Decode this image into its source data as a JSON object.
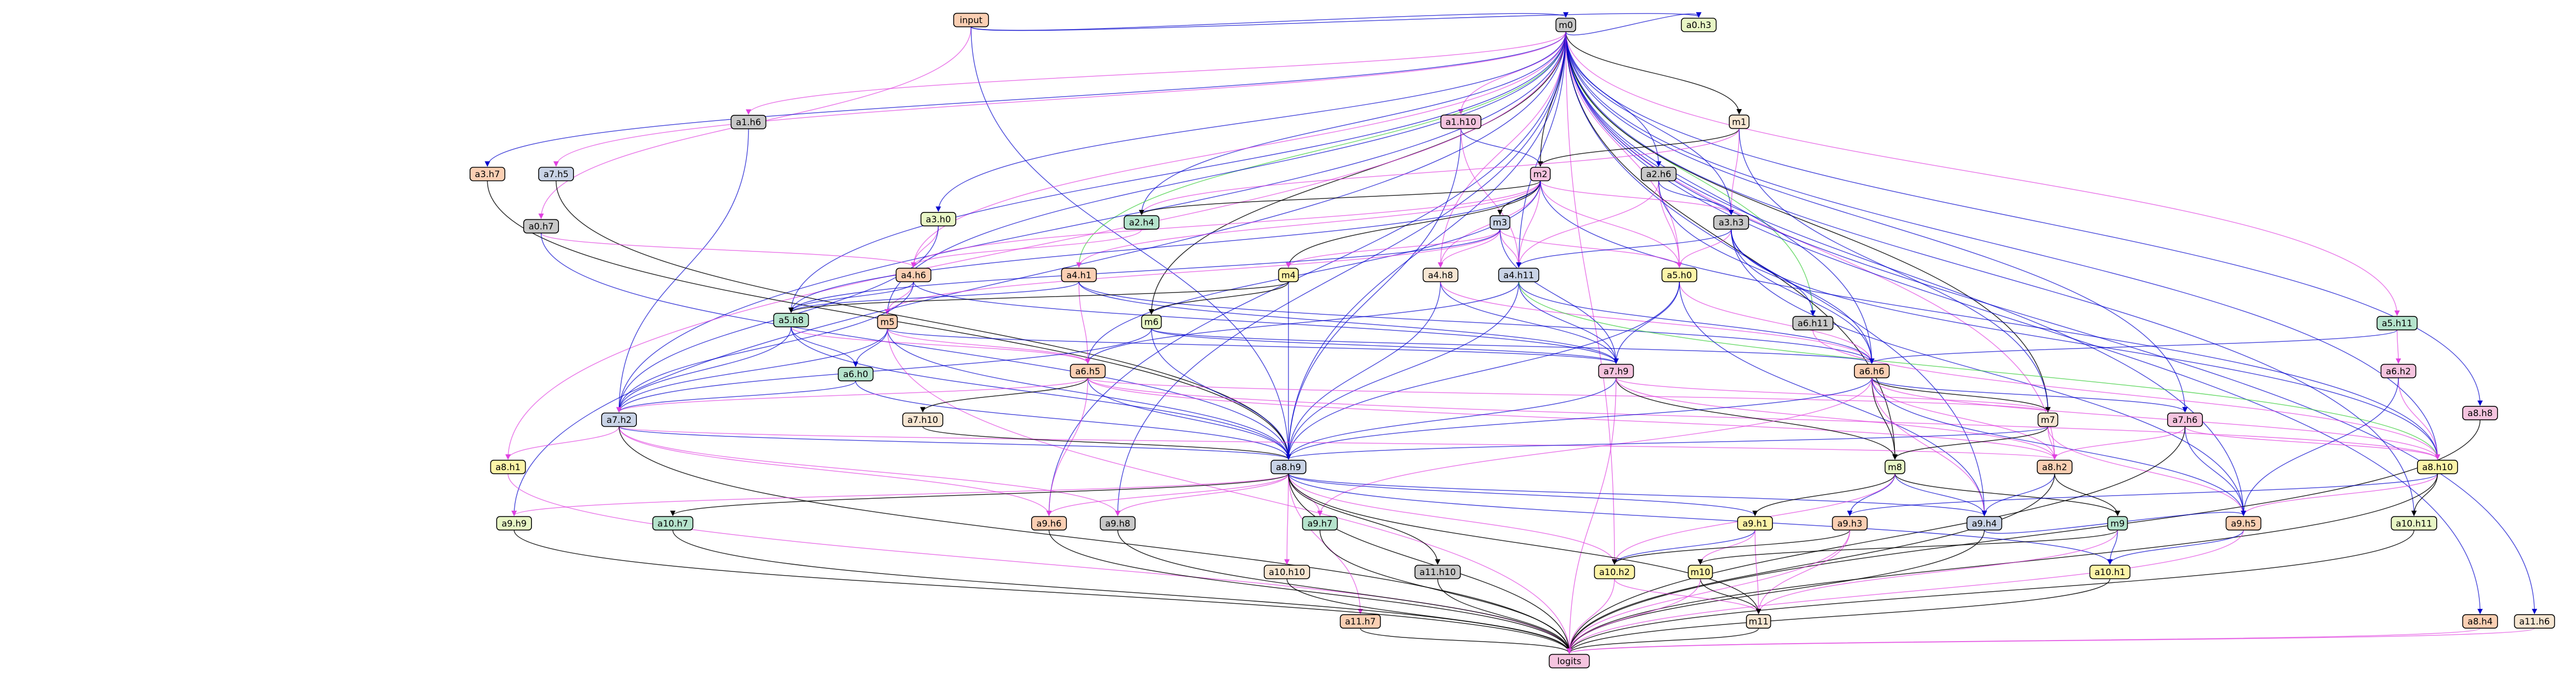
{
  "colors": {
    "gray": "#c8c8c8",
    "peach": "#fbcfb3",
    "pink": "#f5c4df",
    "yellow": "#fdf4a8",
    "green": "#b5e3cc",
    "lightgreen": "#e8f6c5",
    "blue": "#c9d3e6",
    "cream": "#f7e6d2",
    "edge_blue": "#0000cc",
    "edge_magenta": "#e040e0",
    "edge_green": "#33cc33",
    "edge_black": "#000000"
  },
  "nodes": [
    {
      "id": "input",
      "label": "input",
      "color": "peach"
    },
    {
      "id": "m0",
      "label": "m0",
      "color": "gray"
    },
    {
      "id": "a0.h3",
      "label": "a0.h3",
      "color": "lightgreen"
    },
    {
      "id": "a1.h6",
      "label": "a1.h6",
      "color": "gray"
    },
    {
      "id": "a1.h10",
      "label": "a1.h10",
      "color": "pink"
    },
    {
      "id": "m1",
      "label": "m1",
      "color": "cream"
    },
    {
      "id": "a3.h7",
      "label": "a3.h7",
      "color": "peach"
    },
    {
      "id": "a7.h5",
      "label": "a7.h5",
      "color": "blue"
    },
    {
      "id": "m2",
      "label": "m2",
      "color": "pink"
    },
    {
      "id": "a2.h6",
      "label": "a2.h6",
      "color": "gray"
    },
    {
      "id": "a0.h7",
      "label": "a0.h7",
      "color": "gray"
    },
    {
      "id": "a3.h0",
      "label": "a3.h0",
      "color": "lightgreen"
    },
    {
      "id": "a2.h4",
      "label": "a2.h4",
      "color": "green"
    },
    {
      "id": "m3",
      "label": "m3",
      "color": "blue"
    },
    {
      "id": "a3.h3",
      "label": "a3.h3",
      "color": "gray"
    },
    {
      "id": "a4.h6",
      "label": "a4.h6",
      "color": "peach"
    },
    {
      "id": "a4.h1",
      "label": "a4.h1",
      "color": "peach"
    },
    {
      "id": "m4",
      "label": "m4",
      "color": "yellow"
    },
    {
      "id": "a4.h8",
      "label": "a4.h8",
      "color": "cream"
    },
    {
      "id": "a4.h11",
      "label": "a4.h11",
      "color": "blue"
    },
    {
      "id": "a5.h0",
      "label": "a5.h0",
      "color": "yellow"
    },
    {
      "id": "a5.h8",
      "label": "a5.h8",
      "color": "green"
    },
    {
      "id": "m5",
      "label": "m5",
      "color": "peach"
    },
    {
      "id": "m6",
      "label": "m6",
      "color": "lightgreen"
    },
    {
      "id": "a6.h11",
      "label": "a6.h11",
      "color": "gray"
    },
    {
      "id": "a5.h11",
      "label": "a5.h11",
      "color": "green"
    },
    {
      "id": "a6.h0",
      "label": "a6.h0",
      "color": "green"
    },
    {
      "id": "a6.h5",
      "label": "a6.h5",
      "color": "peach"
    },
    {
      "id": "a7.h9",
      "label": "a7.h9",
      "color": "pink"
    },
    {
      "id": "a6.h6",
      "label": "a6.h6",
      "color": "peach"
    },
    {
      "id": "a6.h2",
      "label": "a6.h2",
      "color": "pink"
    },
    {
      "id": "a8.h8",
      "label": "a8.h8",
      "color": "pink"
    },
    {
      "id": "a7.h2",
      "label": "a7.h2",
      "color": "blue"
    },
    {
      "id": "a7.h10",
      "label": "a7.h10",
      "color": "cream"
    },
    {
      "id": "m7",
      "label": "m7",
      "color": "cream"
    },
    {
      "id": "a7.h6",
      "label": "a7.h6",
      "color": "pink"
    },
    {
      "id": "a8.h1",
      "label": "a8.h1",
      "color": "yellow"
    },
    {
      "id": "a8.h9",
      "label": "a8.h9",
      "color": "blue"
    },
    {
      "id": "m8",
      "label": "m8",
      "color": "lightgreen"
    },
    {
      "id": "a8.h2",
      "label": "a8.h2",
      "color": "peach"
    },
    {
      "id": "a8.h10",
      "label": "a8.h10",
      "color": "yellow"
    },
    {
      "id": "a9.h9",
      "label": "a9.h9",
      "color": "lightgreen"
    },
    {
      "id": "a10.h7",
      "label": "a10.h7",
      "color": "green"
    },
    {
      "id": "a9.h6",
      "label": "a9.h6",
      "color": "peach"
    },
    {
      "id": "a9.h8",
      "label": "a9.h8",
      "color": "gray"
    },
    {
      "id": "a9.h7",
      "label": "a9.h7",
      "color": "green"
    },
    {
      "id": "a9.h1",
      "label": "a9.h1",
      "color": "yellow"
    },
    {
      "id": "a9.h3",
      "label": "a9.h3",
      "color": "peach"
    },
    {
      "id": "a9.h4",
      "label": "a9.h4",
      "color": "blue"
    },
    {
      "id": "m9",
      "label": "m9",
      "color": "green"
    },
    {
      "id": "a9.h5",
      "label": "a9.h5",
      "color": "peach"
    },
    {
      "id": "a10.h11",
      "label": "a10.h11",
      "color": "lightgreen"
    },
    {
      "id": "a10.h10",
      "label": "a10.h10",
      "color": "cream"
    },
    {
      "id": "a11.h10",
      "label": "a11.h10",
      "color": "gray"
    },
    {
      "id": "a10.h2",
      "label": "a10.h2",
      "color": "yellow"
    },
    {
      "id": "m10",
      "label": "m10",
      "color": "yellow"
    },
    {
      "id": "a10.h1",
      "label": "a10.h1",
      "color": "yellow"
    },
    {
      "id": "a11.h7",
      "label": "a11.h7",
      "color": "peach"
    },
    {
      "id": "m11",
      "label": "m11",
      "color": "cream"
    },
    {
      "id": "a8.h4",
      "label": "a8.h4",
      "color": "peach"
    },
    {
      "id": "a11.h6",
      "label": "a11.h6",
      "color": "cream"
    },
    {
      "id": "logits",
      "label": "logits",
      "color": "pink"
    }
  ],
  "edges": [
    [
      "input",
      "m0",
      "blue"
    ],
    [
      "input",
      "a0.h3",
      "blue"
    ],
    [
      "input",
      "a0.h7",
      "magenta"
    ],
    [
      "input",
      "a8.h9",
      "blue"
    ],
    [
      "m0",
      "a0.h3",
      "blue"
    ],
    [
      "m0",
      "a1.h6",
      "magenta"
    ],
    [
      "m0",
      "a1.h10",
      "magenta"
    ],
    [
      "m0",
      "m1",
      "black"
    ],
    [
      "m0",
      "a3.h7",
      "blue"
    ],
    [
      "m0",
      "a7.h5",
      "magenta"
    ],
    [
      "m0",
      "m2",
      "black"
    ],
    [
      "m0",
      "a2.h6",
      "blue"
    ],
    [
      "m0",
      "a3.h0",
      "blue"
    ],
    [
      "m0",
      "a2.h4",
      "blue"
    ],
    [
      "m0",
      "a3.h3",
      "blue"
    ],
    [
      "m0",
      "a4.h6",
      "magenta"
    ],
    [
      "m0",
      "a4.h1",
      "green"
    ],
    [
      "m0",
      "a4.h8",
      "magenta"
    ],
    [
      "m0",
      "a4.h11",
      "blue"
    ],
    [
      "m0",
      "a5.h0",
      "magenta"
    ],
    [
      "m0",
      "a5.h8",
      "blue"
    ],
    [
      "m0",
      "m5",
      "blue"
    ],
    [
      "m0",
      "m6",
      "black"
    ],
    [
      "m0",
      "a5.h11",
      "magenta"
    ],
    [
      "m0",
      "a6.h11",
      "green"
    ],
    [
      "m0",
      "a6.h6",
      "blue"
    ],
    [
      "m0",
      "a8.h8",
      "blue"
    ],
    [
      "m0",
      "a7.h2",
      "blue"
    ],
    [
      "m0",
      "m7",
      "black"
    ],
    [
      "m0",
      "a7.h6",
      "blue"
    ],
    [
      "m0",
      "a8.h1",
      "magenta"
    ],
    [
      "m0",
      "a8.h9",
      "blue"
    ],
    [
      "m0",
      "m8",
      "black"
    ],
    [
      "m0",
      "a8.h2",
      "magenta"
    ],
    [
      "m0",
      "a8.h10",
      "blue"
    ],
    [
      "m0",
      "a9.h9",
      "blue"
    ],
    [
      "m0",
      "a9.h6",
      "blue"
    ],
    [
      "m0",
      "a9.h8",
      "blue"
    ],
    [
      "m0",
      "a9.h4",
      "blue"
    ],
    [
      "m0",
      "a9.h5",
      "blue"
    ],
    [
      "m0",
      "a10.h11",
      "blue"
    ],
    [
      "m0",
      "a8.h4",
      "blue"
    ],
    [
      "m0",
      "a11.h6",
      "blue"
    ],
    [
      "m0",
      "a10.h2",
      "magenta"
    ],
    [
      "a1.h6",
      "a7.h2",
      "blue"
    ],
    [
      "a1.h10",
      "m2",
      "blue"
    ],
    [
      "a1.h10",
      "a8.h9",
      "blue"
    ],
    [
      "a1.h10",
      "a4.h11",
      "magenta"
    ],
    [
      "m1",
      "m2",
      "black"
    ],
    [
      "m1",
      "a3.h3",
      "magenta"
    ],
    [
      "m1",
      "m7",
      "blue"
    ],
    [
      "m1",
      "a2.h4",
      "magenta"
    ],
    [
      "a3.h7",
      "a8.h9",
      "black"
    ],
    [
      "a7.h5",
      "a8.h9",
      "black"
    ],
    [
      "a0.h7",
      "a4.h6",
      "magenta"
    ],
    [
      "a0.h7",
      "a8.h9",
      "blue"
    ],
    [
      "m2",
      "m3",
      "black"
    ],
    [
      "m2",
      "a2.h4",
      "black"
    ],
    [
      "m2",
      "a3.h3",
      "magenta"
    ],
    [
      "m2",
      "a4.h6",
      "magenta"
    ],
    [
      "m2",
      "a4.h1",
      "magenta"
    ],
    [
      "m2",
      "m4",
      "black"
    ],
    [
      "m2",
      "a4.h8",
      "magenta"
    ],
    [
      "m2",
      "a4.h11",
      "magenta"
    ],
    [
      "m2",
      "a5.h0",
      "magenta"
    ],
    [
      "m2",
      "a5.h8",
      "blue"
    ],
    [
      "m2",
      "a6.h5",
      "blue"
    ],
    [
      "m2",
      "a8.h10",
      "blue"
    ],
    [
      "a2.h6",
      "a3.h3",
      "blue"
    ],
    [
      "a2.h6",
      "a4.h11",
      "magenta"
    ],
    [
      "a2.h6",
      "a5.h0",
      "magenta"
    ],
    [
      "a2.h6",
      "a6.h6",
      "blue"
    ],
    [
      "a3.h0",
      "a4.h6",
      "magenta"
    ],
    [
      "a3.h0",
      "a7.h2",
      "blue"
    ],
    [
      "a2.h4",
      "a4.h6",
      "magenta"
    ],
    [
      "m3",
      "m4",
      "magenta"
    ],
    [
      "m3",
      "a4.h8",
      "magenta"
    ],
    [
      "m3",
      "a4.h11",
      "magenta"
    ],
    [
      "m3",
      "a5.h0",
      "magenta"
    ],
    [
      "m3",
      "m5",
      "magenta"
    ],
    [
      "m3",
      "a7.h9",
      "blue"
    ],
    [
      "m3",
      "a5.h8",
      "blue"
    ],
    [
      "a3.h3",
      "a4.h11",
      "blue"
    ],
    [
      "a3.h3",
      "a5.h0",
      "magenta"
    ],
    [
      "a3.h3",
      "a6.h6",
      "blue"
    ],
    [
      "a3.h3",
      "a6.h11",
      "blue"
    ],
    [
      "a3.h3",
      "a9.h5",
      "blue"
    ],
    [
      "a3.h3",
      "a8.h10",
      "blue"
    ],
    [
      "a4.h6",
      "a5.h8",
      "blue"
    ],
    [
      "a4.h6",
      "m5",
      "magenta"
    ],
    [
      "a4.h6",
      "a7.h9",
      "blue"
    ],
    [
      "a4.h6",
      "a7.h2",
      "blue"
    ],
    [
      "a4.h1",
      "a5.h8",
      "blue"
    ],
    [
      "a4.h1",
      "a6.h5",
      "magenta"
    ],
    [
      "a4.h1",
      "a7.h9",
      "blue"
    ],
    [
      "a4.h1",
      "a6.h6",
      "blue"
    ],
    [
      "m4",
      "m6",
      "black"
    ],
    [
      "m4",
      "a8.h9",
      "blue"
    ],
    [
      "m4",
      "a5.h8",
      "black"
    ],
    [
      "a4.h8",
      "a7.h9",
      "blue"
    ],
    [
      "a4.h8",
      "a8.h9",
      "blue"
    ],
    [
      "a4.h8",
      "a6.h6",
      "magenta"
    ],
    [
      "a4.h11",
      "a7.h9",
      "blue"
    ],
    [
      "a4.h11",
      "a8.h9",
      "blue"
    ],
    [
      "a4.h11",
      "a6.h6",
      "blue"
    ],
    [
      "a4.h11",
      "a6.h5",
      "blue"
    ],
    [
      "a4.h11",
      "a8.h10",
      "green"
    ],
    [
      "a5.h0",
      "a7.h9",
      "blue"
    ],
    [
      "a5.h0",
      "a6.h6",
      "magenta"
    ],
    [
      "a5.h0",
      "a8.h9",
      "blue"
    ],
    [
      "a5.h0",
      "a9.h4",
      "blue"
    ],
    [
      "a5.h8",
      "a6.h0",
      "blue"
    ],
    [
      "a5.h8",
      "a6.h5",
      "magenta"
    ],
    [
      "a5.h8",
      "a7.h2",
      "blue"
    ],
    [
      "a5.h8",
      "a8.h9",
      "blue"
    ],
    [
      "m5",
      "a6.h0",
      "blue"
    ],
    [
      "m5",
      "a6.h5",
      "magenta"
    ],
    [
      "m5",
      "a7.h9",
      "blue"
    ],
    [
      "m5",
      "a7.h2",
      "blue"
    ],
    [
      "m5",
      "a8.h9",
      "blue"
    ],
    [
      "m5",
      "logits",
      "magenta"
    ],
    [
      "m6",
      "a6.h6",
      "blue"
    ],
    [
      "m6",
      "a7.h9",
      "blue"
    ],
    [
      "m6",
      "a8.h9",
      "blue"
    ],
    [
      "m6",
      "a7.h2",
      "blue"
    ],
    [
      "a6.h11",
      "a8.h10",
      "magenta"
    ],
    [
      "a5.h11",
      "a6.h6",
      "blue"
    ],
    [
      "a5.h11",
      "a6.h2",
      "magenta"
    ],
    [
      "a6.h0",
      "a7.h2",
      "blue"
    ],
    [
      "a6.h0",
      "a8.h9",
      "blue"
    ],
    [
      "a6.h5",
      "a7.h10",
      "black"
    ],
    [
      "a6.h5",
      "a7.h2",
      "magenta"
    ],
    [
      "a6.h5",
      "m7",
      "magenta"
    ],
    [
      "a6.h5",
      "a8.h9",
      "blue"
    ],
    [
      "a6.h5",
      "a8.h10",
      "magenta"
    ],
    [
      "a6.h5",
      "a9.h6",
      "magenta"
    ],
    [
      "a6.h5",
      "a8.h2",
      "magenta"
    ],
    [
      "a7.h9",
      "m7",
      "magenta"
    ],
    [
      "a7.h9",
      "a8.h9",
      "blue"
    ],
    [
      "a7.h9",
      "m8",
      "black"
    ],
    [
      "a7.h9",
      "a8.h2",
      "magenta"
    ],
    [
      "a7.h9",
      "logits",
      "magenta"
    ],
    [
      "a6.h6",
      "m7",
      "black"
    ],
    [
      "a6.h6",
      "a7.h6",
      "blue"
    ],
    [
      "a6.h6",
      "a8.h9",
      "blue"
    ],
    [
      "a6.h6",
      "m8",
      "black"
    ],
    [
      "a6.h6",
      "a8.h2",
      "magenta"
    ],
    [
      "a6.h6",
      "a8.h10",
      "magenta"
    ],
    [
      "a6.h6",
      "a9.h4",
      "magenta"
    ],
    [
      "a6.h6",
      "a9.h5",
      "blue"
    ],
    [
      "a6.h6",
      "a9.h7",
      "magenta"
    ],
    [
      "a6.h2",
      "a8.h10",
      "magenta"
    ],
    [
      "a6.h2",
      "a9.h5",
      "blue"
    ],
    [
      "a8.h8",
      "logits",
      "black"
    ],
    [
      "a7.h2",
      "a8.h1",
      "magenta"
    ],
    [
      "a7.h2",
      "a8.h9",
      "blue"
    ],
    [
      "a7.h2",
      "a9.h8",
      "magenta"
    ],
    [
      "a7.h2",
      "a9.h6",
      "magenta"
    ],
    [
      "a7.h2",
      "logits",
      "black"
    ],
    [
      "a7.h2",
      "a8.h2",
      "magenta"
    ],
    [
      "a7.h10",
      "a8.h9",
      "black"
    ],
    [
      "m7",
      "m8",
      "black"
    ],
    [
      "m7",
      "a8.h2",
      "magenta"
    ],
    [
      "m7",
      "a9.h5",
      "magenta"
    ],
    [
      "m7",
      "a8.h9",
      "blue"
    ],
    [
      "a7.h6",
      "a8.h10",
      "magenta"
    ],
    [
      "a7.h6",
      "a9.h5",
      "blue"
    ],
    [
      "a7.h6",
      "a8.h2",
      "magenta"
    ],
    [
      "a7.h6",
      "logits",
      "black"
    ],
    [
      "a8.h1",
      "logits",
      "magenta"
    ],
    [
      "a8.h9",
      "a9.h9",
      "magenta"
    ],
    [
      "a8.h9",
      "a10.h7",
      "black"
    ],
    [
      "a8.h9",
      "a9.h6",
      "magenta"
    ],
    [
      "a8.h9",
      "a9.h8",
      "magenta"
    ],
    [
      "a8.h9",
      "a9.h7",
      "magenta"
    ],
    [
      "a8.h9",
      "a9.h1",
      "blue"
    ],
    [
      "a8.h9",
      "a9.h4",
      "blue"
    ],
    [
      "a8.h9",
      "a10.h10",
      "magenta"
    ],
    [
      "a8.h9",
      "a11.h10",
      "black"
    ],
    [
      "a8.h9",
      "a10.h2",
      "magenta"
    ],
    [
      "a8.h9",
      "a11.h7",
      "magenta"
    ],
    [
      "a8.h9",
      "m11",
      "black"
    ],
    [
      "a8.h9",
      "a10.h1",
      "blue"
    ],
    [
      "a8.h9",
      "logits",
      "black"
    ],
    [
      "m8",
      "a9.h1",
      "black"
    ],
    [
      "m8",
      "a9.h3",
      "blue"
    ],
    [
      "m8",
      "a9.h4",
      "blue"
    ],
    [
      "m8",
      "m9",
      "black"
    ],
    [
      "m8",
      "a10.h2",
      "magenta"
    ],
    [
      "a8.h2",
      "a9.h4",
      "blue"
    ],
    [
      "a8.h2",
      "m9",
      "black"
    ],
    [
      "a8.h2",
      "logits",
      "black"
    ],
    [
      "a8.h10",
      "a9.h5",
      "magenta"
    ],
    [
      "a8.h10",
      "a10.h11",
      "black"
    ],
    [
      "a8.h10",
      "a9.h3",
      "blue"
    ],
    [
      "a8.h10",
      "logits",
      "black"
    ],
    [
      "a9.h9",
      "logits",
      "black"
    ],
    [
      "a10.h7",
      "logits",
      "black"
    ],
    [
      "a9.h6",
      "logits",
      "black"
    ],
    [
      "a9.h8",
      "logits",
      "black"
    ],
    [
      "a9.h7",
      "logits",
      "black"
    ],
    [
      "a9.h1",
      "m10",
      "magenta"
    ],
    [
      "a9.h1",
      "a10.h2",
      "blue"
    ],
    [
      "a9.h1",
      "m11",
      "magenta"
    ],
    [
      "a9.h3",
      "a10.h2",
      "black"
    ],
    [
      "a9.h3",
      "m11",
      "magenta"
    ],
    [
      "a9.h3",
      "logits",
      "magenta"
    ],
    [
      "a9.h4",
      "logits",
      "black"
    ],
    [
      "a9.h4",
      "a9.h5",
      "blue"
    ],
    [
      "m9",
      "m10",
      "black"
    ],
    [
      "m9",
      "a10.h1",
      "blue"
    ],
    [
      "m9",
      "m11",
      "magenta"
    ],
    [
      "a9.h5",
      "a10.h1",
      "blue"
    ],
    [
      "a9.h5",
      "logits",
      "magenta"
    ],
    [
      "a10.h11",
      "logits",
      "black"
    ],
    [
      "a10.h10",
      "logits",
      "black"
    ],
    [
      "a11.h10",
      "logits",
      "black"
    ],
    [
      "a10.h2",
      "logits",
      "magenta"
    ],
    [
      "a10.h2",
      "m11",
      "magenta"
    ],
    [
      "m10",
      "m11",
      "black"
    ],
    [
      "m10",
      "logits",
      "magenta"
    ],
    [
      "a10.h1",
      "logits",
      "black"
    ],
    [
      "a11.h7",
      "logits",
      "black"
    ],
    [
      "m11",
      "logits",
      "black"
    ],
    [
      "a8.h4",
      "logits",
      "magenta"
    ],
    [
      "a11.h6",
      "logits",
      "magenta"
    ]
  ]
}
